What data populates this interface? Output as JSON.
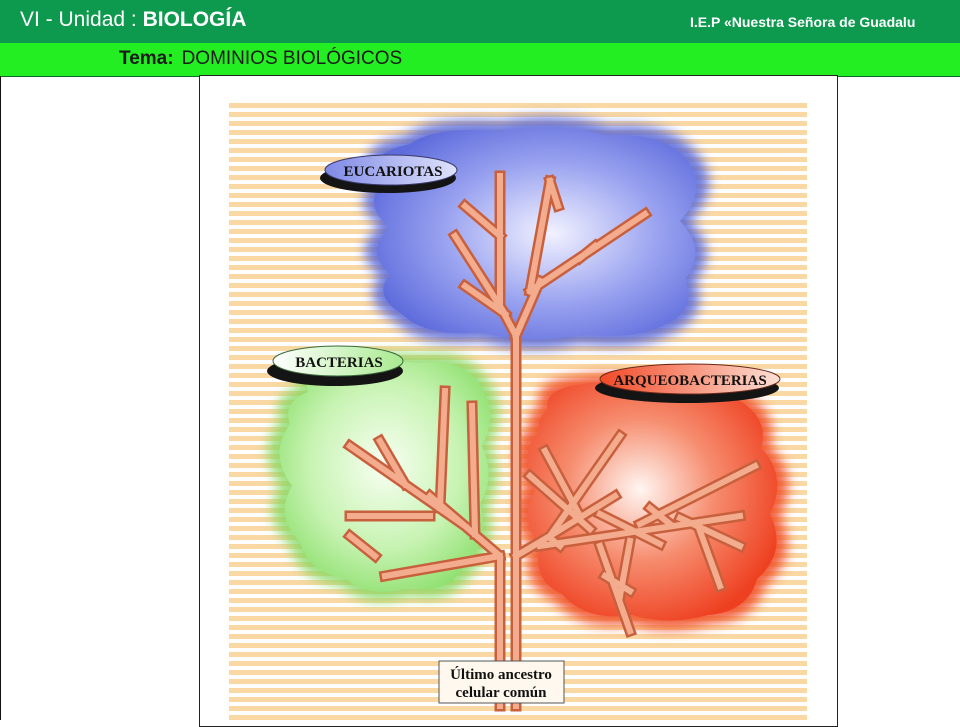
{
  "header": {
    "unit_prefix": "VI - Unidad : ",
    "unit_subject": "BIOLOGÍA",
    "school": "I.E.P «Nuestra Señora de Guadalu"
  },
  "topic": {
    "label": "Tema:",
    "value": "DOMINIOS  BIOLÓGICOS"
  },
  "diagram": {
    "domains": {
      "eucariotas": "EUCARIOTAS",
      "bacterias": "BACTERIAS",
      "arqueobacterias": "ARQUEOBACTERIAS"
    },
    "ancestor_line1": "Último ancestro",
    "ancestor_line2": "celular común",
    "colors": {
      "eucariotas": "#6f7de0",
      "bacterias": "#a6ec8c",
      "arqueobacterias": "#f0502c",
      "branch": "#e98c6a",
      "stripes": "#f9d8a4"
    }
  }
}
